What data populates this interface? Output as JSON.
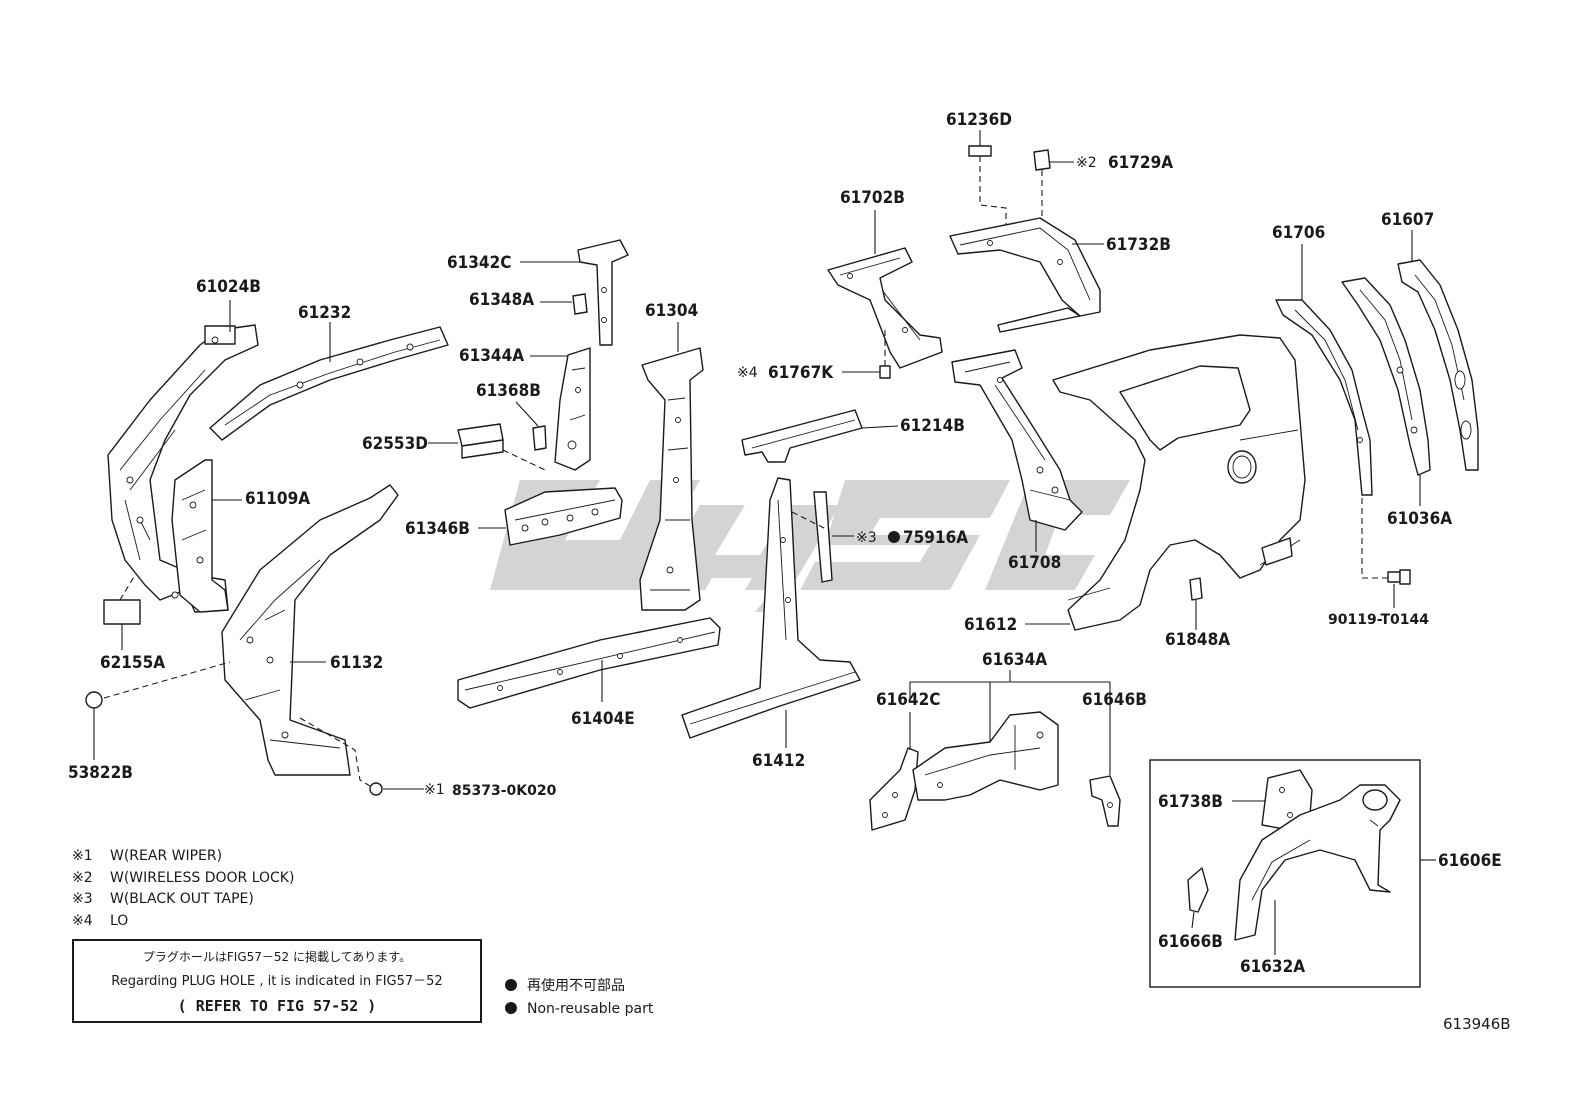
{
  "parts": {
    "p61024B": "61024B",
    "p61232": "61232",
    "p61109A": "61109A",
    "p62155A": "62155A",
    "p61132": "61132",
    "p53822B": "53822B",
    "p85373": "85373-0K020",
    "p61342C": "61342C",
    "p61348A": "61348A",
    "p61344A": "61344A",
    "p61368B": "61368B",
    "p62553D": "62553D",
    "p61346B": "61346B",
    "p61304": "61304",
    "p61404E": "61404E",
    "p61412": "61412",
    "p61214B": "61214B",
    "p75916A": "75916A",
    "p61702B": "61702B",
    "p61767K": "61767K",
    "p61236D": "61236D",
    "p61729A": "61729A",
    "p61732B": "61732B",
    "p61708": "61708",
    "p61612": "61612",
    "p61848A": "61848A",
    "p61634A": "61634A",
    "p61642C": "61642C",
    "p61646B": "61646B",
    "p61706": "61706",
    "p61607": "61607",
    "p61036A": "61036A",
    "p90119": "90119-T0144",
    "p61738B": "61738B",
    "p61606E": "61606E",
    "p61666B": "61666B",
    "p61632A": "61632A"
  },
  "marks": {
    "m1": "※1",
    "m2": "※2",
    "m3": "※3",
    "m4": "※4"
  },
  "notes": [
    {
      "mark": "※1",
      "text": "W(REAR WIPER)"
    },
    {
      "mark": "※2",
      "text": "W(WIRELESS DOOR LOCK)"
    },
    {
      "mark": "※3",
      "text": "W(BLACK OUT TAPE)"
    },
    {
      "mark": "※4",
      "text": "LO"
    }
  ],
  "reference": {
    "japanese": "プラグホールはFIG57－52 に掲載してあります。",
    "english": "Regarding  PLUG HOLE , it is indicated in  FIG57－52",
    "refer": "(    REFER  TO  FIG  57-52  )"
  },
  "legend": [
    {
      "text": "再使用不可部品"
    },
    {
      "text": "Non-reusable part"
    }
  ],
  "figure_code": "613946B",
  "colors": {
    "ink": "#1a1a1a",
    "watermark": "#d2d2d2",
    "background": "#ffffff"
  }
}
